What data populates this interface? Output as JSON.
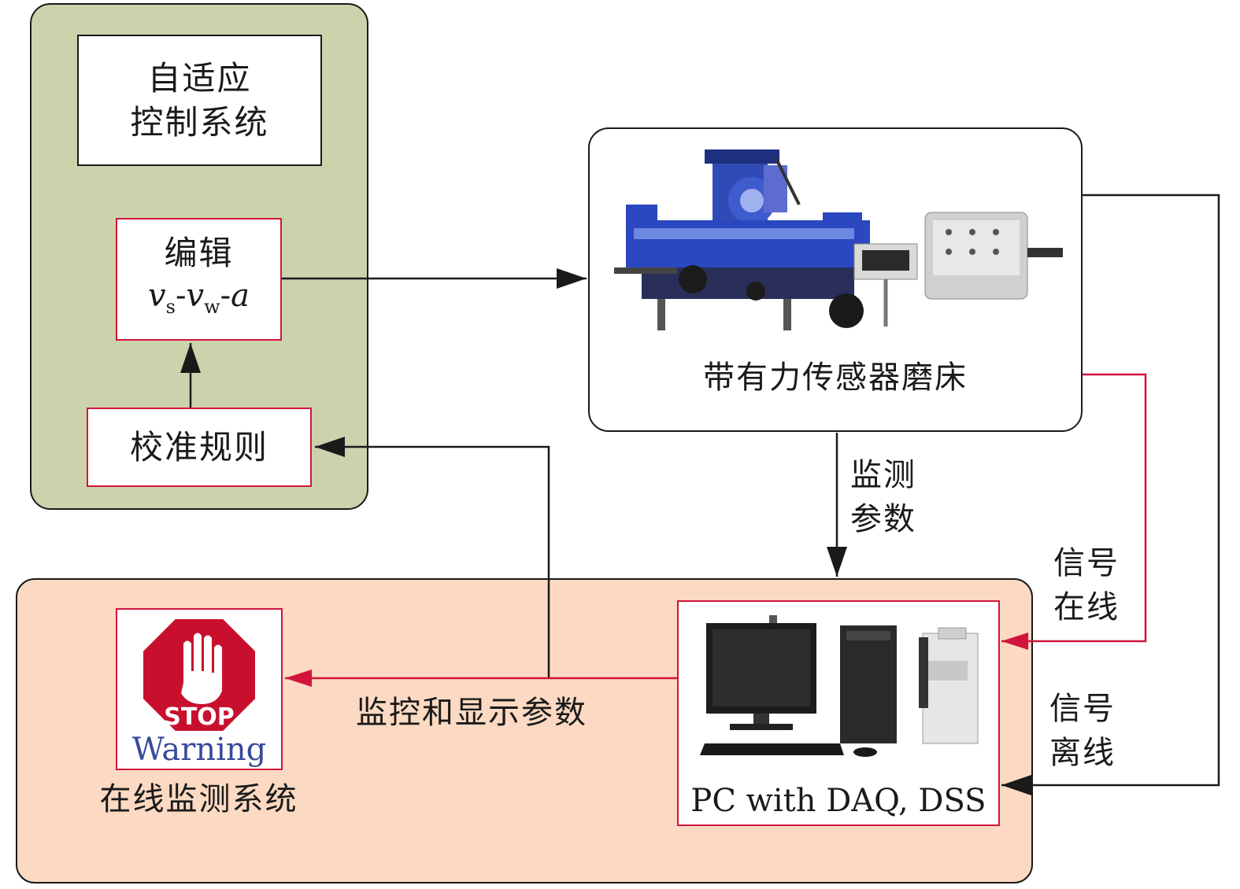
{
  "adaptive_system": {
    "line1": "自适应",
    "line2": "控制系统"
  },
  "edit_box": {
    "title": "编辑",
    "formula": {
      "v": "v",
      "s": "s",
      "w": "w",
      "a": "a"
    }
  },
  "calibration_box": {
    "label": "校准规则"
  },
  "grinder": {
    "caption": "带有力传感器磨床"
  },
  "monitor_params_label": {
    "line1": "监测",
    "line2": "参数"
  },
  "signal_online_label": {
    "line1": "信号",
    "line2": "在线"
  },
  "signal_offline_label": {
    "line1": "信号",
    "line2": "离线"
  },
  "display_params_label": "监控和显示参数",
  "pc_box": {
    "caption": "PC with DAQ, DSS"
  },
  "stop_sign": {
    "text": "STOP",
    "warning": "Warning"
  },
  "online_system": {
    "caption": "在线监测系统"
  },
  "colors": {
    "red_line": "#d2143c",
    "black_line": "#1a1a1a",
    "green_panel": "#ccd3ac",
    "peach_panel": "#fbd9c2",
    "stop_red": "#c8102e",
    "warning_blue": "#3a4a9a"
  }
}
